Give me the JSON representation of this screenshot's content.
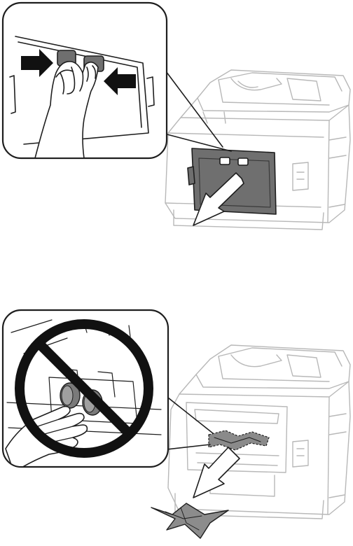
{
  "figures": [
    {
      "step": "remove-rear-cover",
      "callout": "squeeze-cover-tabs",
      "arrow_direction": "down-left"
    },
    {
      "step": "remove-jammed-paper",
      "callout": "do-not-touch-rollers",
      "arrow_direction": "down-left"
    }
  ],
  "colors": {
    "outline": "#1e1e1e",
    "printer_body": "#b8b8b8",
    "rear_cover": "#6f6f6f",
    "arrow": "#111111",
    "paper": "#888888",
    "background": "#ffffff"
  },
  "icons": [
    "hand-icon",
    "squeeze-arrow-icon",
    "pull-arrow-icon",
    "prohibition-icon",
    "jammed-paper-icon"
  ]
}
